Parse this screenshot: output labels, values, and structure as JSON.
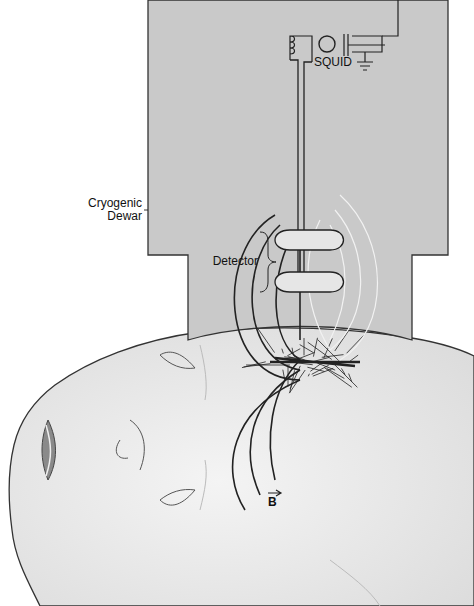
{
  "diagram": {
    "labels": [
      "Cryogenic Dewar",
      "Detector",
      "SQUID",
      "B"
    ]
  }
}
